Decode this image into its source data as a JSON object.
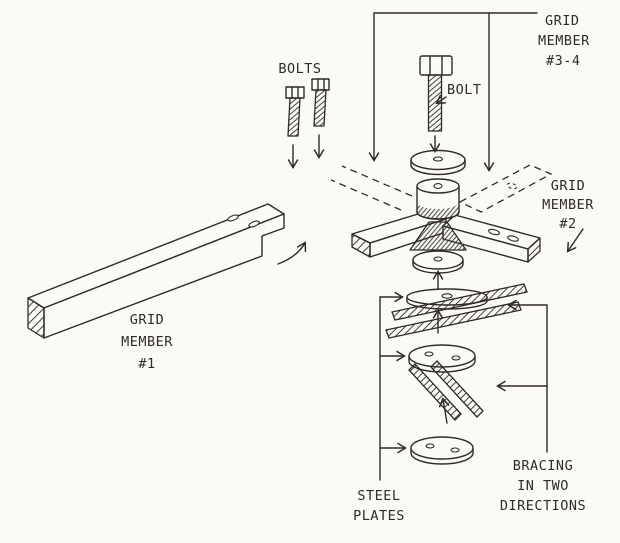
{
  "colors": {
    "ink": "#2e2b28",
    "paper": "#fbfaf7"
  },
  "labels": {
    "grid_member_34": {
      "lines": [
        "GRID",
        "MEMBER",
        "#3-4"
      ]
    },
    "bolts": {
      "text": "BOLTS"
    },
    "bolt": {
      "text": "BOLT"
    },
    "grid_member_2": {
      "lines": [
        "GRID",
        "MEMBER",
        "#2"
      ]
    },
    "grid_member_1": {
      "lines": [
        "GRID",
        "MEMBER",
        "#1"
      ]
    },
    "steel_plates": {
      "lines": [
        "STEEL",
        "PLATES"
      ]
    },
    "bracing_two_directions": {
      "lines": [
        "BRACING",
        "IN TWO",
        "DIRECTIONS"
      ]
    }
  }
}
